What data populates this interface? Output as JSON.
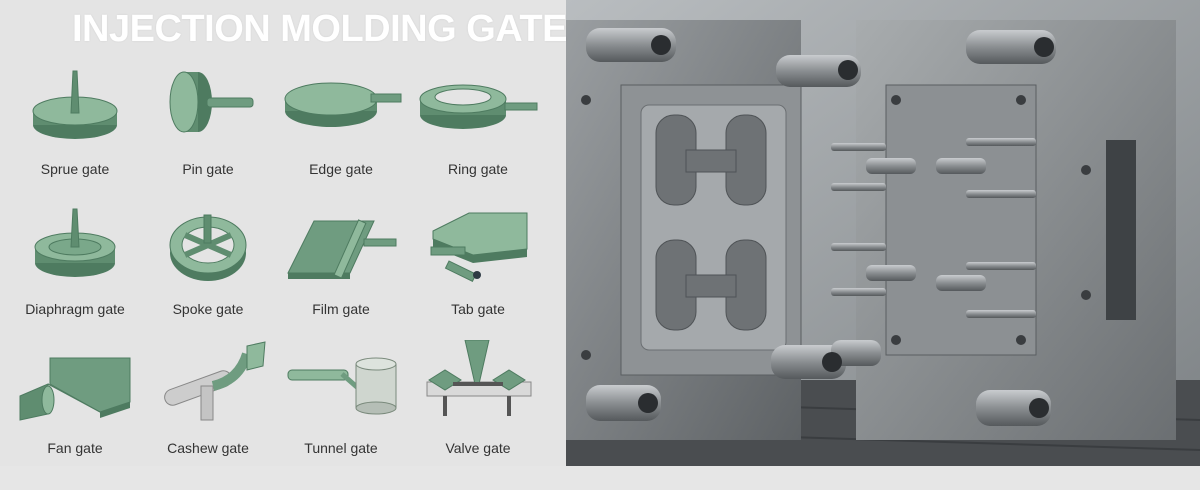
{
  "title": "INJECTION MOLDING GATE",
  "colors": {
    "gate_fill": "#6f9c80",
    "gate_dark": "#4e7b60",
    "gate_light": "#8fb99c",
    "panel_bg": "#e4e4e4",
    "steel": "#7a7d80"
  },
  "gates": [
    {
      "label": "Sprue gate",
      "icon": "sprue-gate-icon"
    },
    {
      "label": "Pin gate",
      "icon": "pin-gate-icon"
    },
    {
      "label": "Edge gate",
      "icon": "edge-gate-icon"
    },
    {
      "label": "Ring gate",
      "icon": "ring-gate-icon"
    },
    {
      "label": "Diaphragm gate",
      "icon": "diaphragm-gate-icon"
    },
    {
      "label": "Spoke gate",
      "icon": "spoke-gate-icon"
    },
    {
      "label": "Film gate",
      "icon": "film-gate-icon"
    },
    {
      "label": "Tab gate",
      "icon": "tab-gate-icon"
    },
    {
      "label": "Fan gate",
      "icon": "fan-gate-icon"
    },
    {
      "label": "Cashew gate",
      "icon": "cashew-gate-icon"
    },
    {
      "label": "Tunnel gate",
      "icon": "tunnel-gate-icon"
    },
    {
      "label": "Valve gate",
      "icon": "valve-gate-icon"
    }
  ],
  "photo": {
    "subject": "injection-mold-photo"
  }
}
